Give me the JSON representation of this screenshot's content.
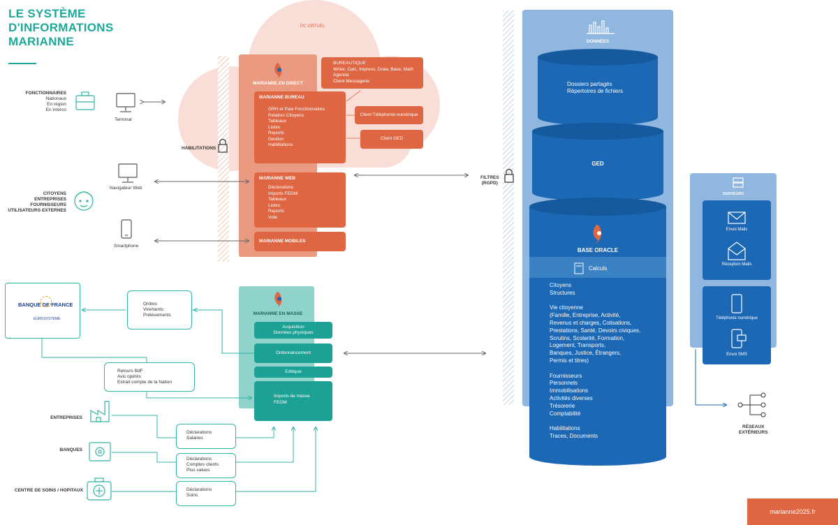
{
  "title": "LE SYSTÈME\nD'INFORMATIONS\nMARIANNE",
  "cloud_label": "PC VIRTUEL",
  "habilitations": "HABILITATIONS",
  "filtres": "FILTRES\n(RGPD)",
  "users": {
    "fonctionnaires_title": "FONCTIONNAIRES",
    "fonctionnaires_sub": "Nationaux\nEn région\nEn interco",
    "terminal": "Terminal",
    "citoyens": "CITOYENS\nENTREPRISES\nFOURNISSEURS\nUTILISATEURS EXTERNES",
    "navigateur": "Navigateur Web",
    "smartphone": "Smartphone"
  },
  "marianne": {
    "direct": "MARIANNE EN DIRECT",
    "bureau_title": "MARIANNE BUREAU",
    "bureau_items": "GRH et Paie Fonctionnaires\nRelation Citoyens\nTableaux\nListes\nReports\nGestion\nHabilitations",
    "bureautique": "BUREAUTIQUE\nWriter, Calc, Impress, Draw, Base, Math\nAgenda\nClient Messagerie",
    "tel_client": "Client Téléphonie numérique",
    "ged_client": "Client GED",
    "web_title": "MARIANNE WEB",
    "web_items": "Déclarations\nImports FEGM\nTableaux\nListes\nReports\nVote",
    "mobiles": "MARIANNE MOBILES",
    "masse": "MARIANNE EN MASSE",
    "acquisition": "Acquisition\nDonnées physiques",
    "ordonnancement": "Ordonnancement",
    "editique": "Editique",
    "imports": "Imports de masse\nFEGM"
  },
  "banque": {
    "name": "BANQUE DE FRANCE",
    "sub": "EUROSYSTÈME",
    "ordres": "Ordres\nVirements\nPrélèvements",
    "retours": "Retours BdF\nAvis opérés\nExtrait compte de la Nation"
  },
  "externals": {
    "entreprises": "ENTREPRISES",
    "entreprises_decl": "Déclarations\nSalaires",
    "banques": "BANQUES",
    "banques_decl": "Déclarations\nComptes clients\nPlus values",
    "soins": "CENTRE DE SOINS / HOPITAUX",
    "soins_decl": "Déclarations\nSoins"
  },
  "donnees": {
    "title": "DONNÉES",
    "dossiers": "Dossiers partagés\nRépertoires de fichiers",
    "ged": "GED",
    "oracle": "BASE ORACLE",
    "calculs": "Calculs",
    "oracle_items": "Citoyens\nStructures\n\nVie citoyenne\n(Famille, Entreprise, Activité,\nRevenus et charges, Cotisations,\nPrestations, Santé, Devoirs civiques,\nScrutins, Scolarité, Formation,\nLogement, Transports,\nBanques, Justice, Étrangers,\nPermis et titres)\n\nFournisseurs\nPersonnels\nImmobilisations\nActivités diverses\nTrésorerie\nComptabilité\n\nHabilitations\nTraces, Documents"
  },
  "serveurs": {
    "title": "SERVEURS",
    "envoi_mails": "Envoi Mails",
    "reception_mails": "Réception Mails",
    "telephonie": "Téléphonie numérique",
    "envoi_sms": "Envoi SMS",
    "reseaux": "RÉSEAUX\nEXTÉRIEURS"
  },
  "footer": "marianne2025.fr",
  "colors": {
    "teal": "#1ea195",
    "orange": "#de6642",
    "blue": "#1c68b5",
    "lightblue": "#8fb7e0"
  }
}
